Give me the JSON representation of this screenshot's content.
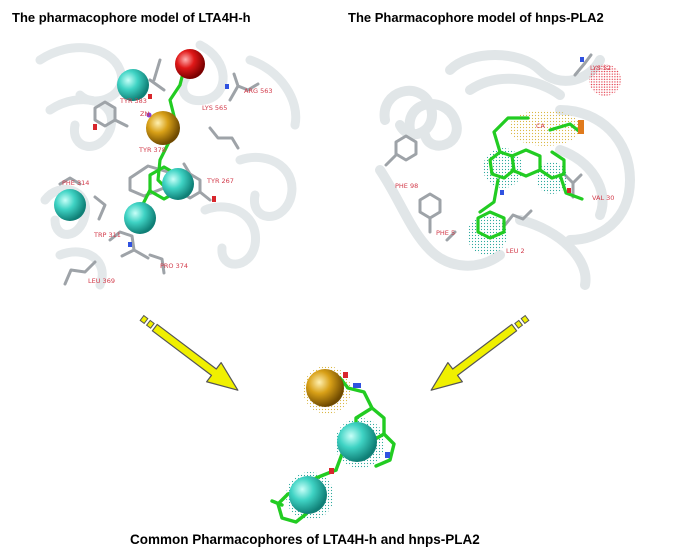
{
  "titles": {
    "left": "The pharmacophore model of LTA4H-h",
    "right": "The Pharmacophore model of hnps-PLA2",
    "bottom": "Common Pharmacophores of LTA4H-h and hnps-PLA2"
  },
  "left_panel": {
    "residues": [
      "TYR 383",
      "ZN",
      "LYS 565",
      "ARG 563",
      "TYR 378",
      "PHE 314",
      "TYR 267",
      "TRP 311",
      "PRO 374",
      "LEU 369"
    ]
  },
  "right_panel": {
    "residues": [
      "LYS 52",
      "CA",
      "PHE 98",
      "VAL 30",
      "PHE 5",
      "LEU 2"
    ]
  },
  "colors": {
    "hydrophobic_sphere": "#3fd3c4",
    "hbond_acceptor_sphere": "#e01818",
    "metal_sphere": "#d8a017",
    "ligand_carbon": "#22cc22",
    "arrow_fill": "#f0f000"
  }
}
